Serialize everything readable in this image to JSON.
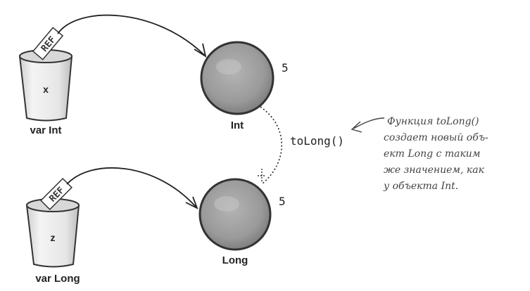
{
  "variables": [
    {
      "name_label": "x",
      "type_label": "var Int",
      "ref_label": "REF"
    },
    {
      "name_label": "z",
      "type_label": "var Long",
      "ref_label": "REF"
    }
  ],
  "objects": [
    {
      "type_label": "Int",
      "value_label": "5"
    },
    {
      "type_label": "Long",
      "value_label": "5"
    }
  ],
  "conversion_label": "toLong()",
  "annotation_lines": [
    "Функция toLong()",
    "создает новый объ-",
    "ект Long с таким",
    "же значением, как",
    "у объекта Int."
  ]
}
